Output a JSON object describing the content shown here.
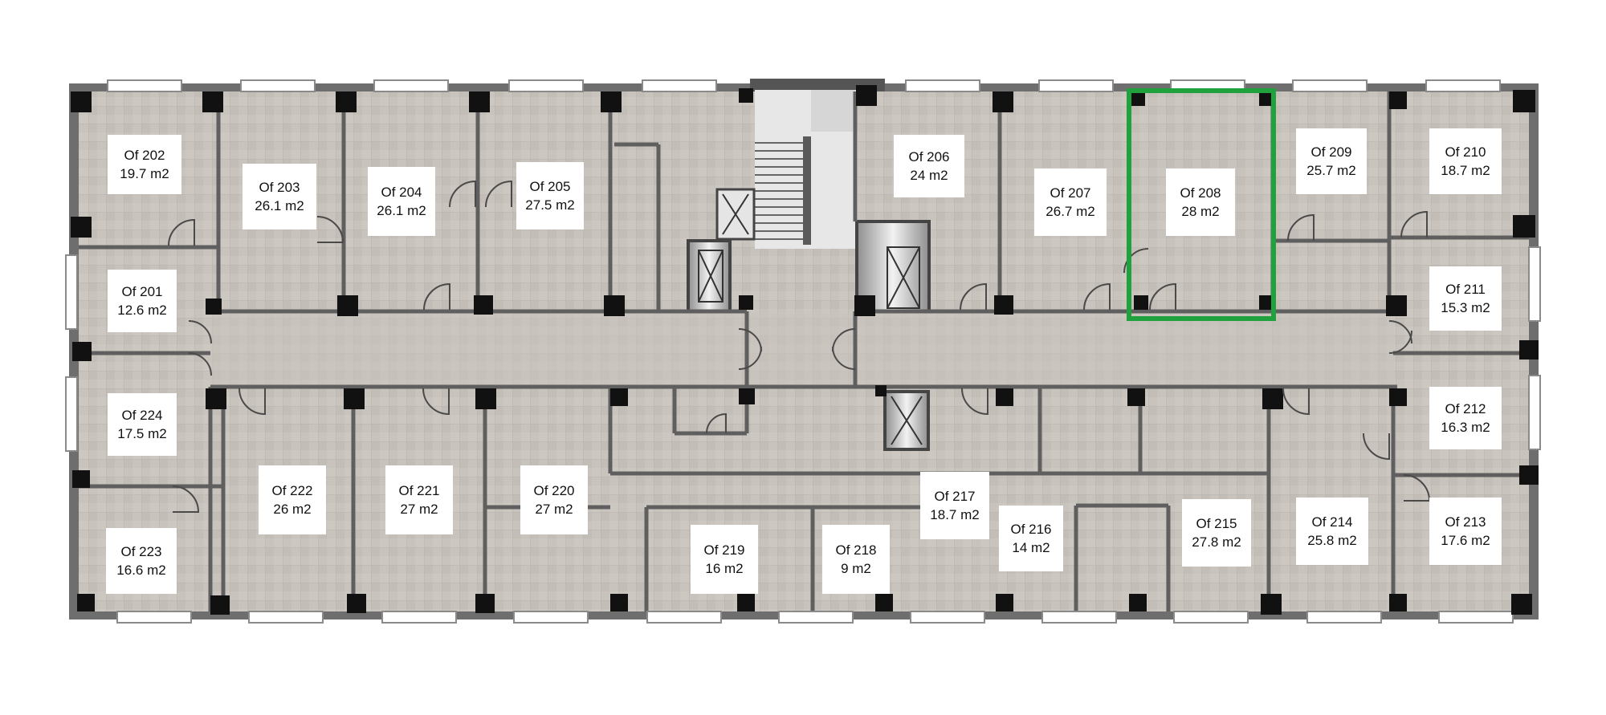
{
  "floor_plan": {
    "selected_office": "Of 208",
    "highlight_color": "#1fa23e",
    "floor_color": "#c6c0ba",
    "wall_color": "#6a6a6a",
    "offices": [
      {
        "id": "of-202",
        "name": "Of 202",
        "area": "19.7 m2"
      },
      {
        "id": "of-203",
        "name": "Of 203",
        "area": "26.1 m2"
      },
      {
        "id": "of-204",
        "name": "Of 204",
        "area": "26.1 m2"
      },
      {
        "id": "of-205",
        "name": "Of 205",
        "area": "27.5 m2"
      },
      {
        "id": "of-206",
        "name": "Of 206",
        "area": "24 m2"
      },
      {
        "id": "of-207",
        "name": "Of 207",
        "area": "26.7 m2"
      },
      {
        "id": "of-208",
        "name": "Of 208",
        "area": "28 m2"
      },
      {
        "id": "of-209",
        "name": "Of 209",
        "area": "25.7 m2"
      },
      {
        "id": "of-210",
        "name": "Of 210",
        "area": "18.7 m2"
      },
      {
        "id": "of-201",
        "name": "Of 201",
        "area": "12.6 m2"
      },
      {
        "id": "of-211",
        "name": "Of 211",
        "area": "15.3 m2"
      },
      {
        "id": "of-224",
        "name": "Of 224",
        "area": "17.5 m2"
      },
      {
        "id": "of-212",
        "name": "Of 212",
        "area": "16.3 m2"
      },
      {
        "id": "of-222",
        "name": "Of 222",
        "area": "26 m2"
      },
      {
        "id": "of-221",
        "name": "Of 221",
        "area": "27 m2"
      },
      {
        "id": "of-220",
        "name": "Of 220",
        "area": "27 m2"
      },
      {
        "id": "of-217",
        "name": "Of 217",
        "area": "18.7 m2"
      },
      {
        "id": "of-216",
        "name": "Of 216",
        "area": "14 m2"
      },
      {
        "id": "of-215",
        "name": "Of 215",
        "area": "27.8 m2"
      },
      {
        "id": "of-214",
        "name": "Of 214",
        "area": "25.8 m2"
      },
      {
        "id": "of-213",
        "name": "Of 213",
        "area": "17.6 m2"
      },
      {
        "id": "of-223",
        "name": "Of 223",
        "area": "16.6 m2"
      },
      {
        "id": "of-219",
        "name": "Of 219",
        "area": "16 m2"
      },
      {
        "id": "of-218",
        "name": "Of 218",
        "area": "9 m2"
      }
    ]
  }
}
